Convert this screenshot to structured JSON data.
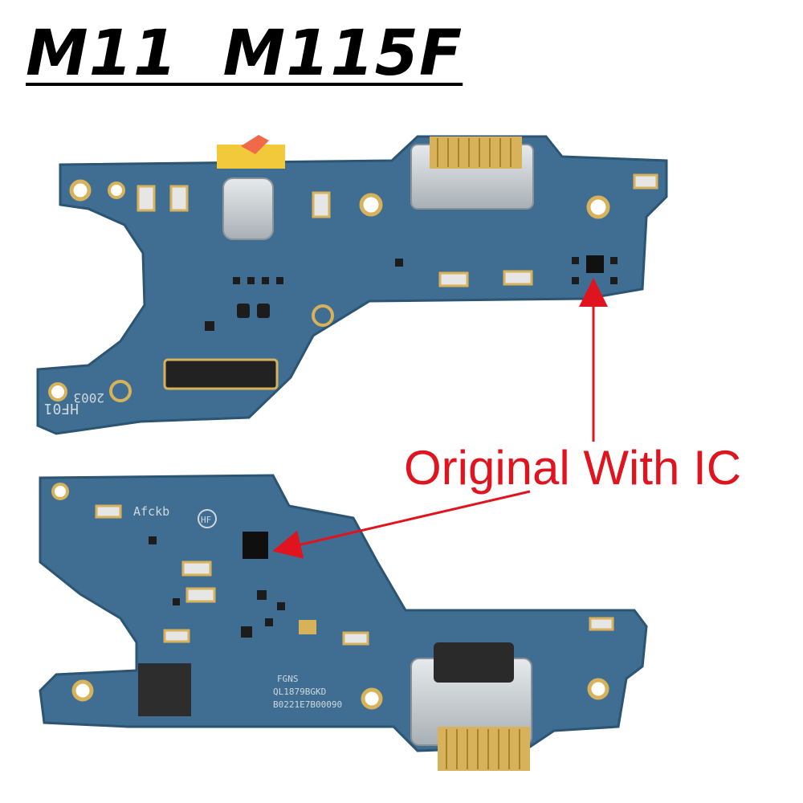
{
  "title": "M11  M115F",
  "callout": "Original With IC",
  "board_top": {
    "silkscreen": [
      "HF01",
      "2003"
    ]
  },
  "board_bottom": {
    "silkscreen_label": "Afckb",
    "badge": "HF",
    "marks": [
      "FGNS",
      "QL1879BGKD",
      "B0221E7B00090"
    ]
  },
  "colors": {
    "pcb": "#3f6e92",
    "pcb_dark": "#2f5a7a",
    "gold": "#d7b25a",
    "metal": "#c9ced2",
    "arrow": "#e0141e"
  }
}
